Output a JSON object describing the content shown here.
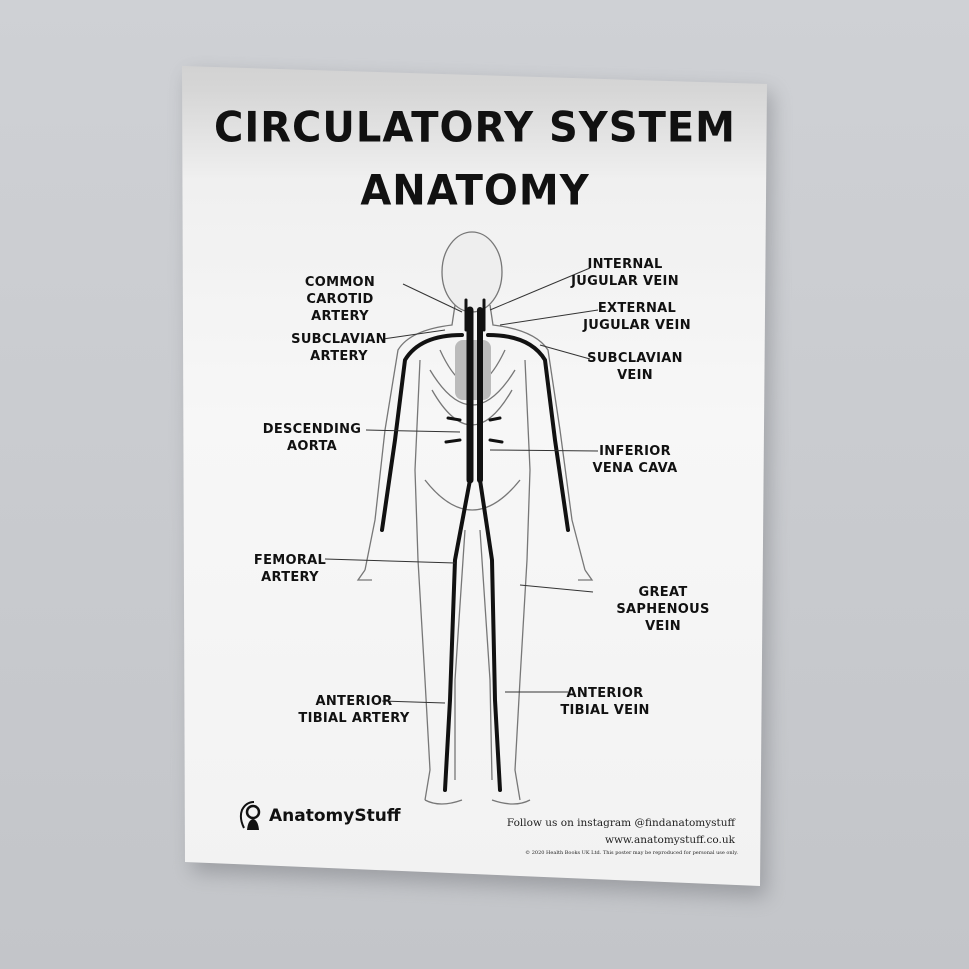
{
  "poster": {
    "title_line1": "CIRCULATORY SYSTEM",
    "title_line2": "ANATOMY",
    "labels_left": [
      {
        "line1": "COMMON CAROTID",
        "line2": "ARTERY"
      },
      {
        "line1": "SUBCLAVIAN",
        "line2": "ARTERY"
      },
      {
        "line1": "DESCENDING",
        "line2": "AORTA"
      },
      {
        "line1": "FEMORAL",
        "line2": "ARTERY"
      },
      {
        "line1": "ANTERIOR",
        "line2": "TIBIAL ARTERY"
      }
    ],
    "labels_right": [
      {
        "line1": "INTERNAL",
        "line2": "JUGULAR VEIN"
      },
      {
        "line1": "EXTERNAL",
        "line2": "JUGULAR VEIN"
      },
      {
        "line1": "SUBCLAVIAN",
        "line2": "VEIN"
      },
      {
        "line1": "INFERIOR",
        "line2": "VENA CAVA"
      },
      {
        "line1": "GREAT SAPHENOUS",
        "line2": "VEIN"
      },
      {
        "line1": "ANTERIOR",
        "line2": "TIBIAL VEIN"
      }
    ],
    "logo": {
      "text": "AnatomyStuff",
      "icon": "head-silhouette-icon"
    },
    "footer": {
      "instagram": "Follow us on instagram @findanatomystuff",
      "website": "www.anatomystuff.co.uk",
      "copyright": "© 2020 Health Books UK Ltd. This poster may be reproduced for personal use only."
    }
  },
  "colors": {
    "background": "#c9cbcf",
    "paper": "#f5f5f5",
    "ink": "#111111"
  }
}
